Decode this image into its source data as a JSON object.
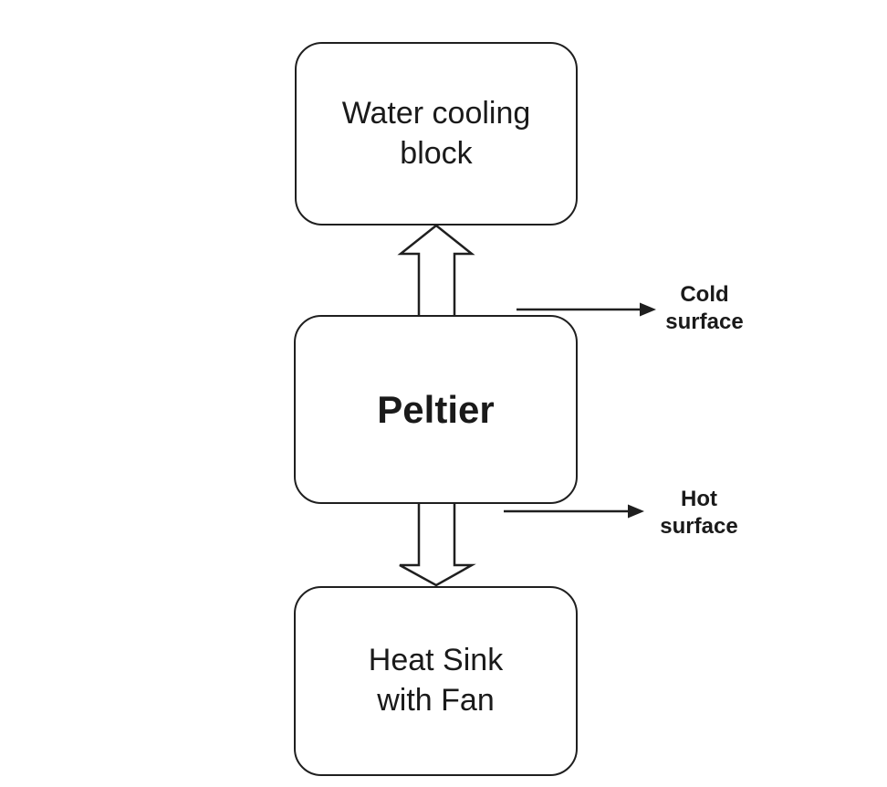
{
  "nodes": {
    "water_cooling_block": {
      "label": "Water cooling\nblock"
    },
    "peltier": {
      "label": "Peltier"
    },
    "heat_sink": {
      "label": "Heat Sink\nwith Fan"
    }
  },
  "annotations": {
    "cold_surface": {
      "label": "Cold\nsurface"
    },
    "hot_surface": {
      "label": "Hot\nsurface"
    }
  },
  "connectors": {
    "up_block_arrow": "heat pumped from Peltier to water cooling block",
    "down_block_arrow": "heat pumped from Peltier to heat sink with fan",
    "cold_surface_pointer": "points to top face of Peltier",
    "hot_surface_pointer": "points to bottom face of Peltier"
  },
  "colors": {
    "background": "#ffffff",
    "stroke": "#1f1f1f",
    "text": "#1a1a1a"
  }
}
